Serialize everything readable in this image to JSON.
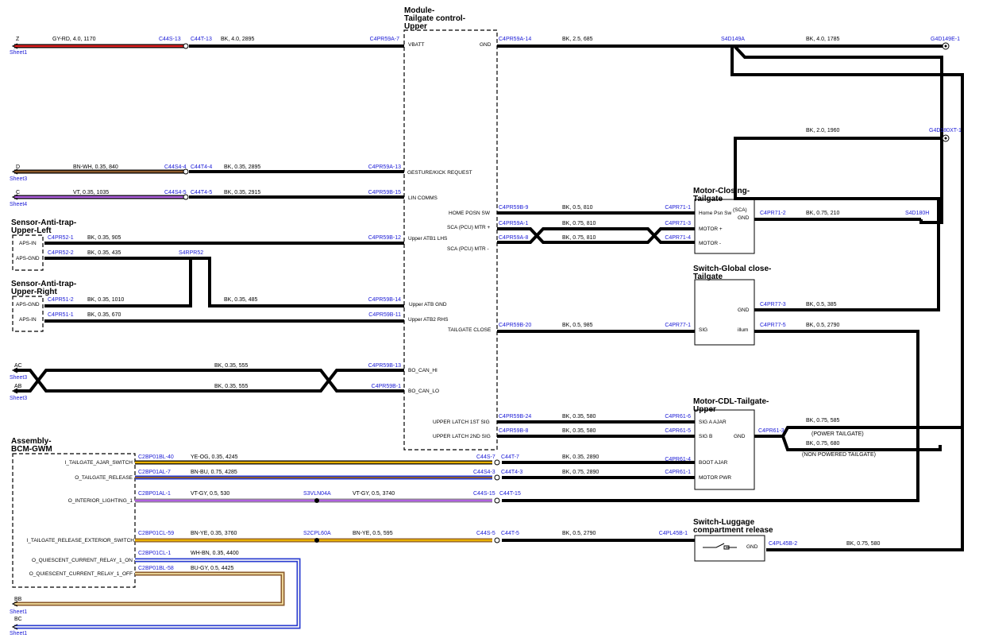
{
  "colors": {
    "wire": "#000000",
    "connector_label": "#1a1ad6",
    "gy_rd": "#e02020",
    "bn_wh": "#8b5a2b",
    "vt": "#b060e0",
    "ye": "#e8b000",
    "bu": "#2a3cd0",
    "bb_wire": "#c8a040"
  },
  "modules": {
    "tailgate_control": {
      "title_1": "Module-",
      "title_2": "Tailgate control-",
      "title_3": "Upper",
      "pins": {
        "vbatt": "VBATT",
        "gnd": "GND",
        "gesture": "GESTURE/KICK REQUEST",
        "lin": "LIN COMMS",
        "home": "HOME POSN SW",
        "sca_plus": "SCA (PCU) MTR +",
        "sca_minus": "SCA (PCU) MTR -",
        "atb1": "Upper ATB1 LHS",
        "atb_gnd": "Upper ATB GND",
        "atb2": "Upper ATB2 RHS",
        "tg_close": "TAILGATE CLOSE",
        "can_hi": "BO_CAN_HI",
        "can_lo": "BO_CAN_LO",
        "latch1": "UPPER LATCH 1ST SIG",
        "latch2": "UPPER LATCH 2ND SIG"
      }
    },
    "sensor_left": {
      "title_1": "Sensor-Anti-trap-",
      "title_2": "Upper-Left",
      "pins": [
        "APS-IN",
        "APS-GND"
      ]
    },
    "sensor_right": {
      "title_1": "Sensor-Anti-trap-",
      "title_2": "Upper-Right",
      "pins": [
        "APS-GND",
        "APS-IN"
      ]
    },
    "motor_closing": {
      "title_1": "Motor-Closing-",
      "title_2": "Tailgate",
      "pins": {
        "home": "Home Psn Sw",
        "sca": "(SCA)",
        "gnd": "GND",
        "mplus": "MOTOR +",
        "mminus": "MOTOR -"
      }
    },
    "switch_global": {
      "title_1": "Switch-Global close-",
      "title_2": "Tailgate",
      "pins": {
        "gnd": "GND",
        "sig": "SIG",
        "illum": "illum"
      }
    },
    "motor_cdl": {
      "title_1": "Motor-CDL-Tailgate-",
      "title_2": "Upper",
      "pins": {
        "siga": "SIG A AJAR",
        "sigb": "SIG B",
        "gnd": "GND",
        "boot": "BOOT AJAR",
        "pwr": "MOTOR PWR"
      }
    },
    "switch_luggage": {
      "title_1": "Switch-Luggage",
      "title_2": "compartment release",
      "pins": {
        "gnd": "GND"
      }
    },
    "bcm": {
      "title_1": "Assembly-",
      "title_2": "BCM-GWM",
      "pins": [
        "I_TAILGATE_AJAR_SWITCH",
        "O_TAILGATE_RELEASE",
        "O_INTERIOR_LIGHTING_1",
        "I_TAILGATE_RELEASE_EXTERIOR_SWITCH",
        "O_QUIESCENT_CURRENT_RELAY_1_ON",
        "O_QUIESCENT_CURRENT_RELAY_1_OFF"
      ]
    }
  },
  "offsheet": [
    {
      "id": "Z",
      "sheet": "Sheet1"
    },
    {
      "id": "D",
      "sheet": "Sheet3"
    },
    {
      "id": "C",
      "sheet": "Sheet4"
    },
    {
      "id": "AC",
      "sheet": "Sheet3"
    },
    {
      "id": "AB",
      "sheet": "Sheet3"
    },
    {
      "id": "BB",
      "sheet": "Sheet1"
    },
    {
      "id": "BC",
      "sheet": "Sheet1"
    }
  ],
  "labels": {
    "w1a": "GY-RD,  4.0,  1170",
    "c1a": "C44S-13",
    "c1b": "C44T-13",
    "w1b": "BK,  4.0,  2895",
    "c1c": "C4PR59A-7",
    "c2a": "C4PR59A-14",
    "w2a": "BK,  2.5,  685",
    "s2": "S4D149A",
    "w2b": "BK,  4.0,  1785",
    "g2": "G4D149E-1",
    "w3": "BK,  2.0,  1960",
    "g3": "G4D180XT-1",
    "w4a": "BN-WH,  0.35,  840",
    "c4a": "C44S4-4",
    "c4b": "C44T4-4",
    "w4b": "BK,  0.35,  2895",
    "c4c": "C4PR59A-13",
    "w5a": "VT,  0.35,  1035",
    "c5a": "C44S4-5",
    "c5b": "C44T4-5",
    "w5b": "BK,  0.35,  2915",
    "c5c": "C4PR59B-15",
    "c6a": "C4PR59B-9",
    "w6": "BK,  0.5,  810",
    "c6b": "C4PR71-1",
    "c7a": "C4PR59A-1",
    "w7": "BK,  0.75,  810",
    "c7b": "C4PR71-3",
    "c8a": "C4PR59A-8",
    "w8": "BK,  0.75,  810",
    "c8b": "C4PR71-4",
    "c9a": "C4PR71-2",
    "w9": "BK,  0.75,  210",
    "s9": "S4D180H",
    "c10a": "C4PR52-1",
    "w10": "BK,  0.35,  905",
    "c10b": "C4PR59B-12",
    "c11a": "C4PR52-2",
    "w11": "BK,  0.35,  435",
    "s11": "S4RPR52",
    "c12a": "C4PR51-2",
    "w12a": "BK,  0.35,  1010",
    "w12b": "BK,  0.35,  485",
    "c12b": "C4PR59B-14",
    "c13a": "C4PR51-1",
    "w13": "BK,  0.35,  670",
    "c13b": "C4PR59B-11",
    "c14a": "C4PR77-3",
    "w14": "BK,  0.5,  385",
    "c15a": "C4PR59B-20",
    "w15a": "BK,  0.5,  985",
    "c15b": "C4PR77-1",
    "c15c": "C4PR77-5",
    "w15b": "BK,  0.5,  2790",
    "w16": "BK,  0.35,  555",
    "c16": "C4PR59B-13",
    "w17": "BK,  0.35,  555",
    "c17": "C4PR59B-1",
    "c18a": "C4PR59B-24",
    "w18": "BK,  0.35,  580",
    "c18b": "C4PR61-6",
    "c19a": "C4PR59B-8",
    "w19": "BK,  0.35,  580",
    "c19b": "C4PR61-5",
    "c20": "C4PR61-3",
    "w20a": "BK,  0.75,  585",
    "n20a": "(POWER TAILGATE)",
    "w20b": "BK,  0.75,  680",
    "n20b": "(NON POWERED TAILGATE)",
    "c21a": "C2BP01BL-40",
    "w21a": "YE-OG,  0.35,  4245",
    "c21b": "C44S-7",
    "c21c": "C44T-7",
    "w21b": "BK,  0.35,  2890",
    "c21d": "C4PR61-4",
    "c22a": "C2BP01AL-7",
    "w22a": "BN-BU,  0.75,  4285",
    "c22b": "C44S4-3",
    "c22c": "C44T4-3",
    "w22b": "BK,  0.75,  2890",
    "c22d": "C4PR61-1",
    "c23a": "C2BP01AL-1",
    "w23a": "VT-GY,  0.5,  530",
    "s23": "S3VLN04A",
    "w23b": "VT-GY,  0.5,  3740",
    "c23b": "C44S-15",
    "c23c": "C44T-15",
    "c24a": "C2BP01CL-59",
    "w24a": "BN-YE,  0.35,  3760",
    "s24": "S2CPL60A",
    "w24b": "BN-YE,  0.5,  595",
    "c24b": "C44S-5",
    "c24c": "C44T-5",
    "w24c": "BK,  0.5,  2790",
    "c24d": "C4PL45B-1",
    "c25": "C4PL45B-2",
    "w25": "BK,  0.75,  580",
    "c26a": "C2BP01CL-1",
    "w26": "WH-BN,  0.35,  4400",
    "c27a": "C2BP01BL-58",
    "w27": "BU-GY,  0.5,  4425"
  }
}
